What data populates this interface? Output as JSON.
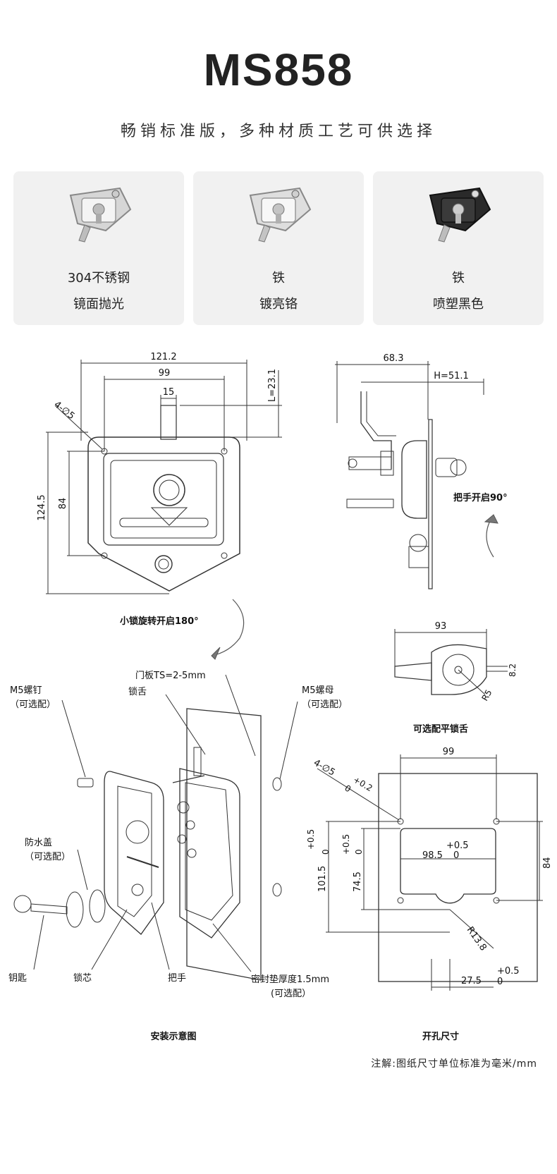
{
  "header": {
    "model": "MS858",
    "tagline": "畅销标准版，多种材质工艺可供选择"
  },
  "variants": [
    {
      "material": "304不锈钢",
      "finish": "镜面抛光",
      "color": "#c9c9c9"
    },
    {
      "material": "铁",
      "finish": "镀亮铬",
      "color": "#d4d4d4"
    },
    {
      "material": "铁",
      "finish": "喷塑黑色",
      "color": "#2a2a2a"
    }
  ],
  "front_view": {
    "dims": [
      "121.2",
      "99",
      "15",
      "L=23.1",
      "4-∅5",
      "124.5",
      "84"
    ],
    "caption": "小锁旋转开启180°"
  },
  "side_view": {
    "dims": [
      "68.3",
      "H=51.1"
    ],
    "caption": "把手开启90°"
  },
  "flat_tongue": {
    "dims": [
      "93",
      "8.2",
      "R5"
    ],
    "caption": "可选配平锁舌"
  },
  "install": {
    "labels": {
      "door_panel": "门板TS=2-5mm",
      "tongue": "锁舌",
      "screw": "M5螺钉",
      "screw_opt": "（可选配）",
      "nut": "M5螺母",
      "nut_opt": "（可选配）",
      "cap": "防水盖",
      "cap_opt": "（可选配）",
      "key": "钥匙",
      "core": "锁芯",
      "handle": "把手",
      "gasket": "密封垫厚度1.5mm",
      "gasket_opt": "(可选配）"
    },
    "caption": "安装示意图"
  },
  "cutout": {
    "dims": [
      "99",
      "4-∅5",
      "+0.2",
      "0",
      "+0.5",
      "0",
      "101.5",
      "+0.5",
      "0",
      "74.5",
      "+0.5",
      "98.5",
      "0",
      "84",
      "R13.8",
      "+0.5",
      "27.5",
      "0"
    ],
    "caption": "开孔尺寸"
  },
  "footer": {
    "note": "注解:图纸尺寸单位标准为毫米/mm"
  }
}
